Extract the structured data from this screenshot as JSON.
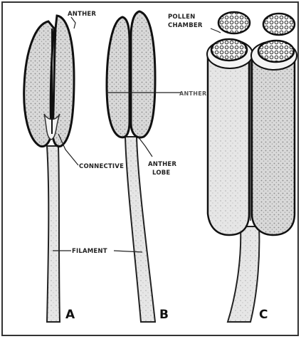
{
  "figure": {
    "labels": {
      "anther_a": "ANTHER",
      "connective": "CONNECTIVE",
      "filament": "FILAMENT",
      "anther_b": "ANTHER",
      "anther_lobe_line1": "ANTHER",
      "anther_lobe_line2": "LOBE",
      "pollen_line1": "POLLEN",
      "pollen_line2": "CHAMBER"
    },
    "panels": [
      "A",
      "B",
      "C"
    ]
  }
}
